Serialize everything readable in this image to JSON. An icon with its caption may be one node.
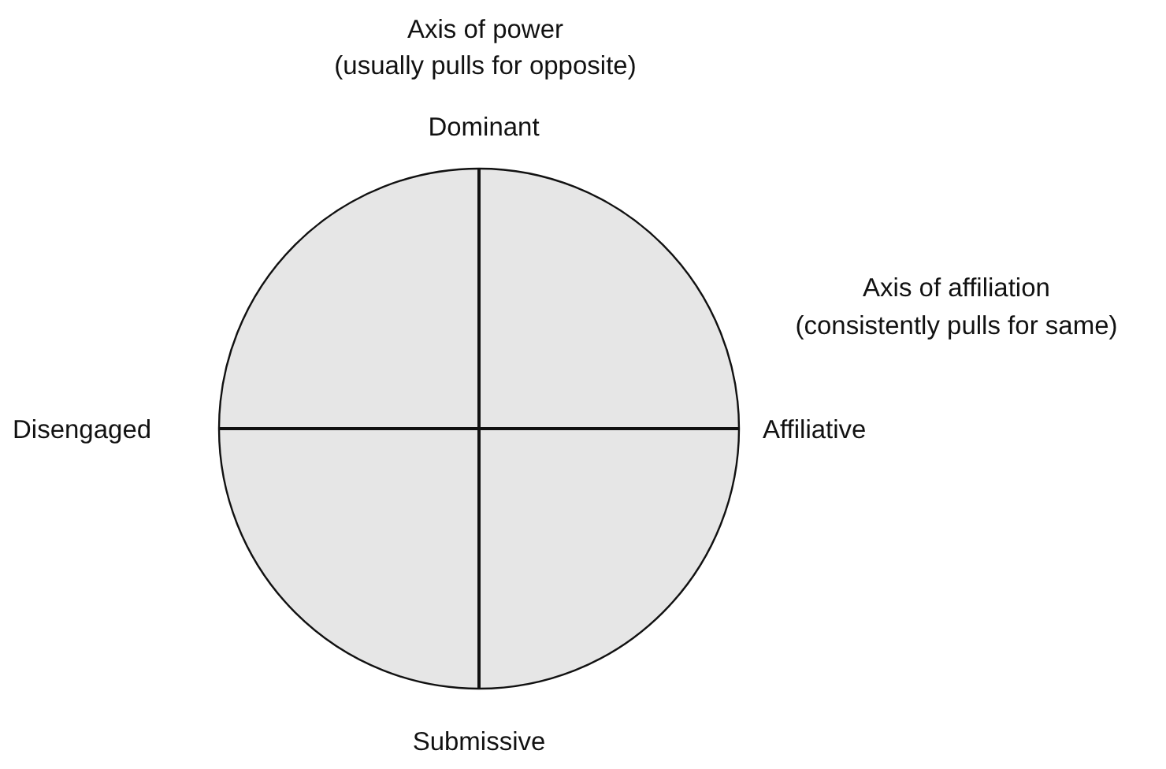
{
  "diagram": {
    "labels": [
      "Axis of power",
      "(usually pulls for opposite)",
      "Dominant",
      "Axis of affiliation",
      "(consistently pulls for same)",
      "Disengaged",
      "Affiliative",
      "Submissive"
    ]
  }
}
